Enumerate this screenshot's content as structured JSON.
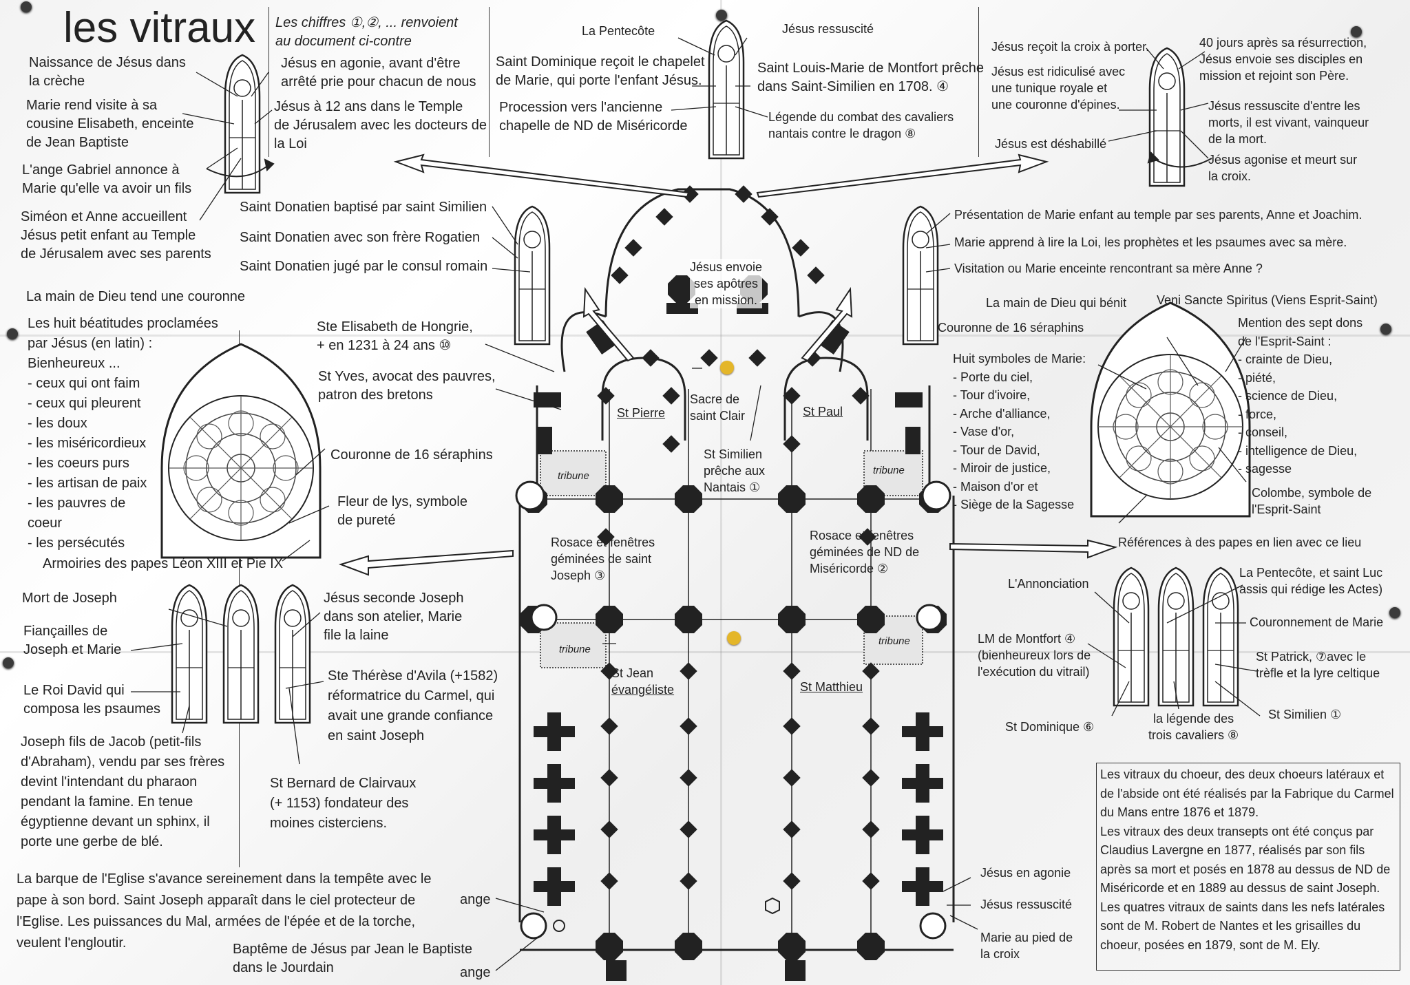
{
  "title": "les vitraux",
  "note": [
    "Les chiffres ①,②, ... renvoient",
    "au document ci-contre"
  ],
  "north_choir_left": [
    {
      "lines": [
        "Naissance de Jésus  dans",
        "la crèche"
      ]
    },
    {
      "lines": [
        "Marie rend visite à sa",
        "cousine Elisabeth, enceinte",
        "de Jean  Baptiste"
      ]
    },
    {
      "lines": [
        "L'ange Gabriel annonce à",
        "Marie qu'elle va avoir un fils"
      ]
    },
    {
      "lines": [
        "Siméon et Anne accueillent",
        "Jésus petit enfant au Temple",
        "de Jérusalem avec ses parents"
      ]
    }
  ],
  "north_choir_right": [
    {
      "lines": [
        "Jésus en agonie, avant d'être",
        "arrêté prie pour chacun de nous"
      ]
    },
    {
      "lines": [
        "Jésus à 12 ans   dans le Temple",
        "de Jérusalem avec les docteurs de",
        "la Loi"
      ]
    }
  ],
  "axis_top": {
    "pentecote": "La Pentecôte",
    "ressuscite": "Jésus ressuscité",
    "dominique": [
      "Saint Dominique reçoit le chapelet",
      "de Marie, qui  porte l'enfant Jésus."
    ],
    "procession": [
      "Procession vers l'ancienne",
      "chapelle de ND de Miséricorde"
    ],
    "louis_marie": [
      "Saint Louis-Marie  de Montfort  prêche",
      "dans Saint-Similien en 1708. ④"
    ],
    "legende": [
      "Légende du combat des cavaliers",
      "nantais contre le dragon ⑧"
    ]
  },
  "south_choir": {
    "left": [
      {
        "lines": [
          "Jésus reçoit la croix à porter."
        ]
      },
      {
        "lines": [
          "Jésus est ridiculisé avec",
          "une tunique royale et",
          "une couronne d'épines."
        ]
      },
      {
        "lines": [
          "Jésus est déshabillé"
        ]
      }
    ],
    "right": [
      {
        "lines": [
          "40 jours après sa résurrection,",
          "Jésus envoie ses disciples en",
          "mission et  rejoint son Père."
        ]
      },
      {
        "lines": [
          "Jésus ressuscite d'entre les",
          "morts, il est vivant, vainqueur",
          "de la mort."
        ]
      },
      {
        "lines": [
          "Jésus agonise et meurt sur",
          "la croix."
        ]
      }
    ]
  },
  "donatien": [
    "Saint Donatien baptisé par saint Similien",
    "Saint Donatien avec son frère Rogatien",
    "Saint Donatien jugé par le consul romain"
  ],
  "marie_right": [
    "Présentation de Marie enfant au temple par ses parents, Anne et Joachim.",
    "Marie apprend à lire la Loi, les prophètes et les psaumes avec sa mère.",
    "Visitation ou Marie enceinte rencontrant sa mère Anne ?"
  ],
  "apse_center": [
    "Jésus envoie",
    "ses apôtres",
    "en mission."
  ],
  "rose_left": {
    "main_dieu": "La main de Dieu tend une couronne",
    "beatitudes": [
      "Les huit béatitudes proclamées",
      "par Jésus (en latin) :",
      "Bienheureux ...",
      "- ceux qui ont faim",
      "- ceux qui pleurent",
      "- les doux",
      "- les miséricordieux",
      "- les coeurs purs",
      "- les artisan de paix",
      "- les pauvres de",
      "   coeur",
      "- les persécutés"
    ],
    "armoiries": "Armoiries des papes Léon XIII et Pie IX",
    "elisabeth": [
      "Ste  Elisabeth de Hongrie,",
      "+ en 1231 à 24 ans  ⑩"
    ],
    "yves": [
      "St Yves, avocat des pauvres,",
      "patron des bretons"
    ],
    "couronne": "Couronne de 16 séraphins",
    "fleur": [
      "Fleur de lys, symbole",
      "de pureté"
    ]
  },
  "rose_right": {
    "main_dieu": "La main de Dieu qui bénit",
    "veni": "Veni Sancte Spiritus (Viens Esprit-Saint)",
    "couronne": "Couronne de 16 séraphins",
    "symboles": [
      "Huit symboles de Marie:",
      "- Porte du ciel,",
      "- Tour d'ivoire,",
      "- Arche d'alliance,",
      "- Vase d'or,",
      "- Tour de David,",
      "- Miroir de justice,",
      "- Maison d'or et",
      "- Siège de la Sagesse"
    ],
    "dons": [
      "Mention des sept dons",
      "de l'Esprit-Saint :",
      "- crainte de Dieu,",
      "- piété,",
      "- science  de Dieu,",
      "- force,",
      "- conseil,",
      "- intelligence de Dieu,",
      "- sagesse"
    ],
    "colombe": [
      "Colombe, symbole de",
      "l'Esprit-Saint"
    ],
    "references": "Références à des papes en lien avec ce lieu"
  },
  "plan_labels": {
    "st_pierre": "St Pierre",
    "st_paul": "St Paul",
    "sacre": [
      "Sacre de",
      "saint Clair"
    ],
    "similien": [
      "St Similien",
      "prêche aux",
      "Nantais ①"
    ],
    "tribune": "tribune",
    "rosace_joseph": [
      "Rosace et fenêtres",
      "géminées de saint",
      "Joseph  ③"
    ],
    "rosace_nd": [
      "Rosace et fenêtres",
      "géminées de ND de",
      "Miséricorde    ②"
    ],
    "st_jean": [
      "St Jean",
      "évangéliste"
    ],
    "st_matthieu": "St Matthieu"
  },
  "joseph_left": {
    "mort": "Mort de Joseph",
    "fiancailles": [
      "Fiançailles de",
      "Joseph et Marie"
    ],
    "roi_david": [
      "Le Roi David qui",
      "composa les psaumes"
    ],
    "fils_jacob": [
      "Joseph fils de Jacob (petit-fils",
      "d'Abraham), vendu par ses frères",
      "devint l'intendant du pharaon",
      "pendant la famine. En tenue",
      "égyptienne devant un sphinx, il",
      "porte une gerbe de blé."
    ],
    "atelier": [
      "Jésus seconde Joseph",
      "dans son atelier, Marie",
      "file la laine"
    ],
    "therese": [
      "Ste Thérèse d'Avila (+1582)",
      "réformatrice du Carmel, qui",
      "avait une grande confiance",
      "en saint Joseph"
    ],
    "bernard": [
      "St Bernard de Clairvaux",
      "(+ 1153) fondateur des",
      "moines cisterciens."
    ]
  },
  "nd_right": {
    "annonciation": "L'Annonciation",
    "pentecote_luc": [
      "La Pentecôte, et saint Luc",
      "assis qui rédige les Actes)"
    ],
    "couronnement": "Couronnement de Marie",
    "montfort": [
      "LM de Montfort ④",
      "(bienheureux lors de",
      "l'exécution du vitrail)"
    ],
    "patrick": [
      "St Patrick, ⑦avec le",
      "trèfle et la lyre celtique"
    ],
    "dominique": "St Dominique ⑥",
    "legende": [
      "la légende des",
      "trois cavaliers ⑧"
    ],
    "similien": "St Similien ①"
  },
  "barque": [
    "La barque de l'Eglise s'avance sereinement dans la tempête avec le",
    "pape à son bord. Saint Joseph apparaît dans le ciel protecteur de",
    "l'Eglise. Les puissances du Mal, armées de l'épée et de la torche,",
    "veulent l'engloutir."
  ],
  "bapteme": [
    "Baptême de Jésus par Jean le Baptiste",
    "dans le Jourdain"
  ],
  "ange": "ange",
  "west_right": [
    "Jésus en agonie",
    "Jésus ressuscité",
    "Marie au pied de",
    "la croix"
  ],
  "credits": [
    "Les vitraux du choeur, des deux choeurs latéraux et",
    "de l'abside ont été réalisés par la Fabrique du Carmel",
    "du Mans entre 1876 et 1879.",
    "Les vitraux des deux transepts ont été conçus par",
    "Claudius Lavergne en 1877, réalisés par son fils",
    "après sa mort et posés en 1878 au dessus de ND de",
    "Miséricorde et en 1889 au dessus de saint Joseph.",
    "Les quatres vitraux de saints dans les nefs latérales",
    "sont de M. Robert de Nantes et les grisailles du",
    "choeur, posées en 1879, sont de M. Ely."
  ]
}
